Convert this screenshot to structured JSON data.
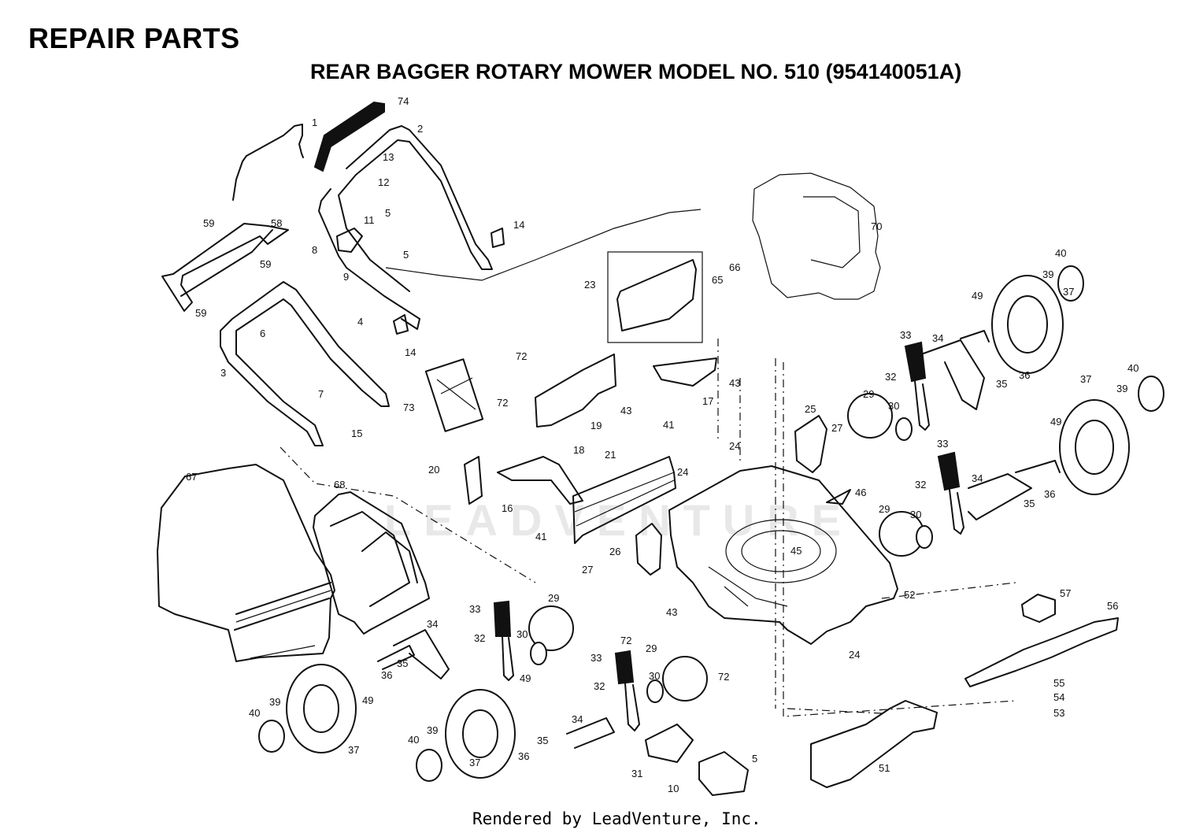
{
  "header": {
    "title": "REPAIR PARTS",
    "subtitle": "REAR BAGGER ROTARY MOWER MODEL NO.  510 (954140051A)"
  },
  "watermark": "LEADVENTURE",
  "footer": "Rendered by LeadVenture, Inc.",
  "callouts": [
    "1",
    "2",
    "3",
    "4",
    "5",
    "5",
    "5",
    "6",
    "7",
    "8",
    "9",
    "10",
    "11",
    "12",
    "13",
    "14",
    "14",
    "15",
    "16",
    "17",
    "18",
    "19",
    "20",
    "21",
    "23",
    "24",
    "24",
    "24",
    "25",
    "26",
    "27",
    "27",
    "29",
    "29",
    "29",
    "29",
    "30",
    "30",
    "30",
    "30",
    "31",
    "32",
    "32",
    "32",
    "32",
    "33",
    "33",
    "33",
    "33",
    "34",
    "34",
    "34",
    "34",
    "35",
    "35",
    "35",
    "35",
    "36",
    "36",
    "36",
    "36",
    "37",
    "37",
    "37",
    "37",
    "39",
    "39",
    "39",
    "39",
    "40",
    "40",
    "40",
    "40",
    "41",
    "41",
    "43",
    "43",
    "43",
    "45",
    "46",
    "49",
    "49",
    "49",
    "49",
    "51",
    "52",
    "53",
    "54",
    "55",
    "56",
    "57",
    "58",
    "59",
    "59",
    "59",
    "65",
    "66",
    "67",
    "68",
    "70",
    "72",
    "72",
    "72",
    "72",
    "73",
    "74"
  ]
}
